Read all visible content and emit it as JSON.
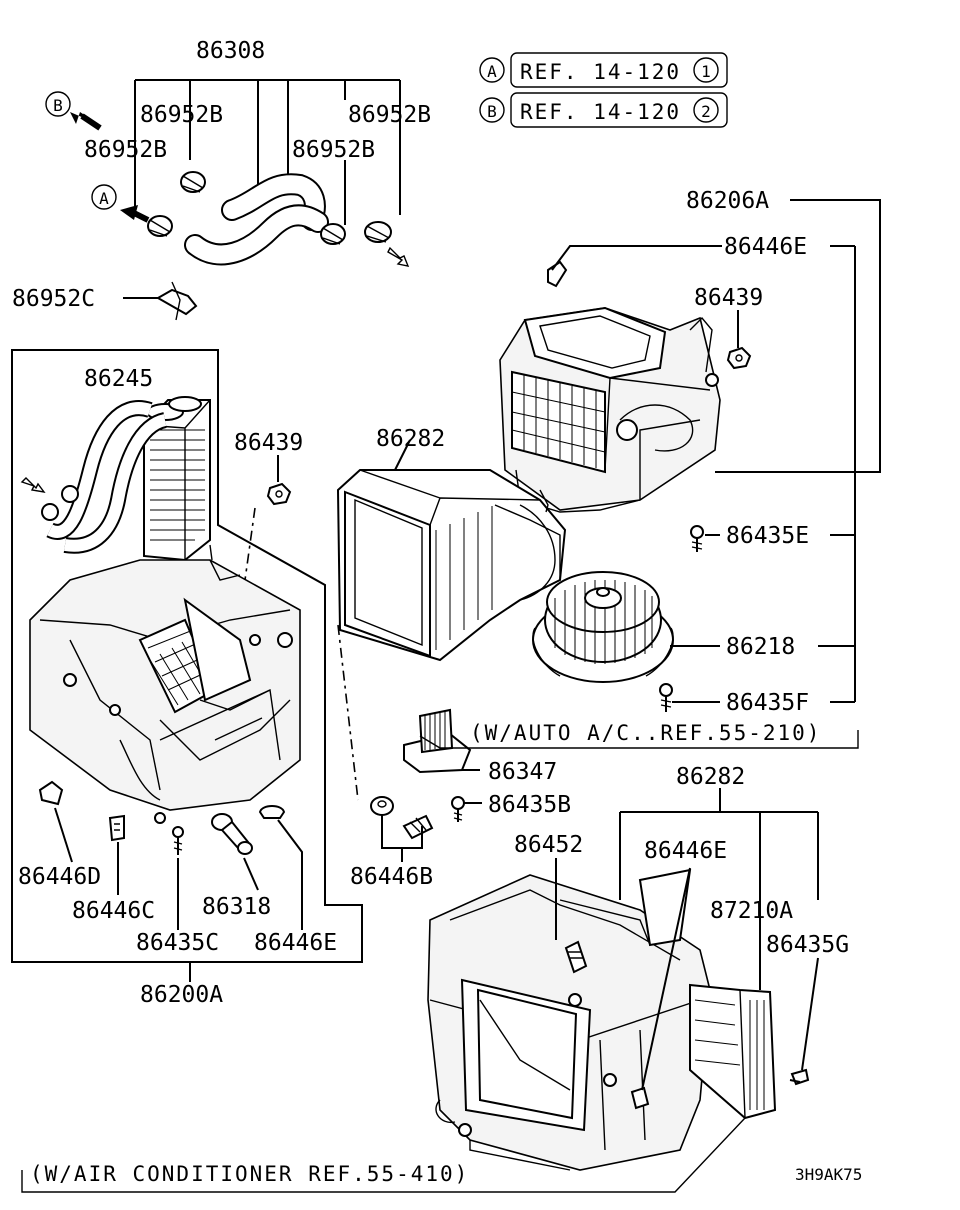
{
  "references": [
    {
      "marker": "A",
      "text": "REF. 14-120",
      "circled": "1"
    },
    {
      "marker": "B",
      "text": "REF. 14-120",
      "circled": "2"
    }
  ],
  "arrow_markers": {
    "a": "A",
    "b": "B"
  },
  "labels": {
    "p86308": "86308",
    "p86952b_1": "86952B",
    "p86952b_2": "86952B",
    "p86952b_3": "86952B",
    "p86952b_4": "86952B",
    "p86952c": "86952C",
    "p86206a": "86206A",
    "p86446e_1": "86446E",
    "p86439_1": "86439",
    "p86245": "86245",
    "p86439_2": "86439",
    "p86282_1": "86282",
    "p86435e": "86435E",
    "p86218": "86218",
    "p86435f": "86435F",
    "p86347": "86347",
    "p86435b": "86435B",
    "p86282_2": "86282",
    "p86452": "86452",
    "p86446e_2": "86446E",
    "p87210a": "87210A",
    "p86435g": "86435G",
    "p86446b": "86446B",
    "p86446d": "86446D",
    "p86446c": "86446C",
    "p86318": "86318",
    "p86435c": "86435C",
    "p86446e_3": "86446E",
    "p86200a": "86200A"
  },
  "notes": {
    "auto_ac": "(W/AUTO A/C..REF.55-210)",
    "air_conditioner": "(W/AIR CONDITIONER REF.55-410)"
  },
  "drawing_code": "3H9AK75"
}
